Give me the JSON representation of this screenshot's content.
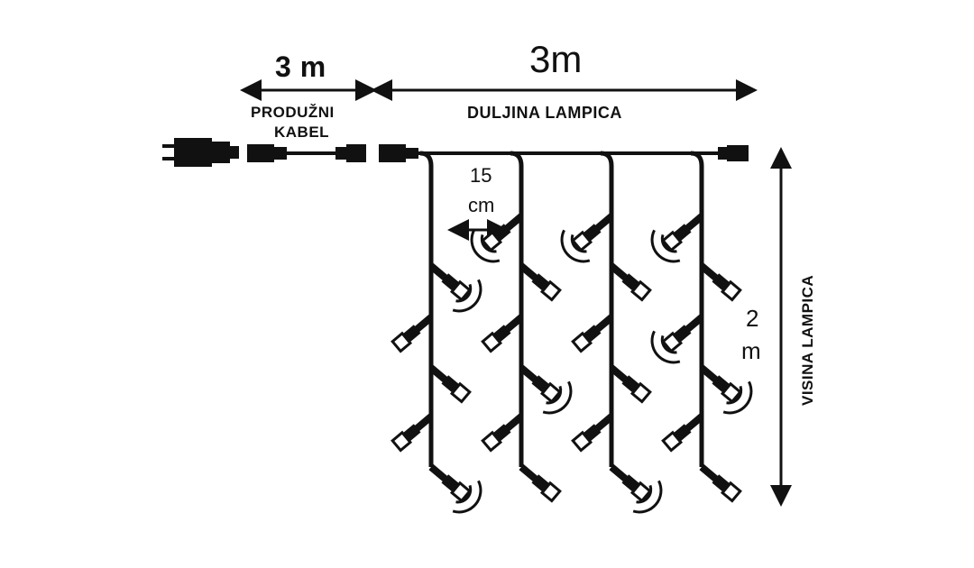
{
  "extension": {
    "length": "3 m",
    "label_line1": "PRODUŽNI",
    "label_line2": "KABEL"
  },
  "lights_length": {
    "length": "3m",
    "label": "DULJINA LAMPICA"
  },
  "spacing": {
    "value": "15",
    "unit": "cm"
  },
  "height": {
    "value": "2",
    "unit": "m",
    "label": "VISINA LAMPICA"
  },
  "colors": {
    "ink": "#111111",
    "background": "#ffffff"
  }
}
